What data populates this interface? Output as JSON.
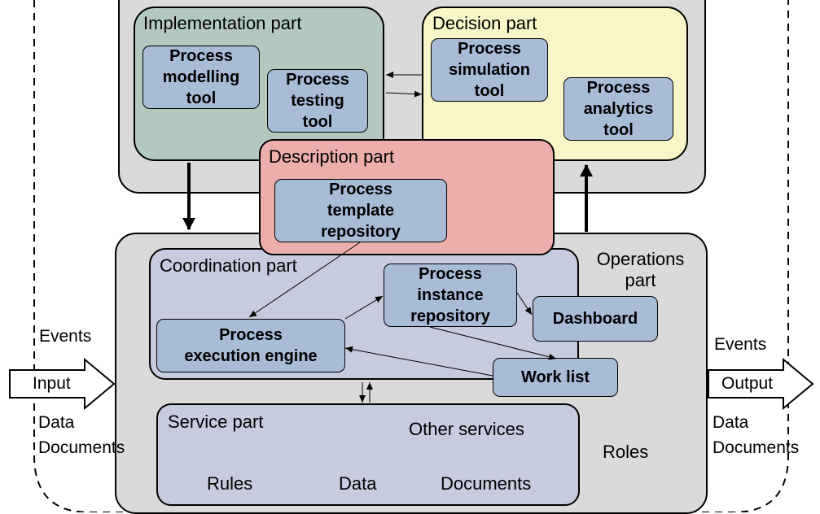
{
  "regions": {
    "implementation": "Implementation part",
    "decision": "Decision part",
    "description": "Description part",
    "coordination": "Coordination part",
    "operations": "Operations\npart",
    "service": "Service part"
  },
  "tools": {
    "modelling": "Process\nmodelling\ntool",
    "testing": "Process\ntesting\ntool",
    "simulation": "Process\nsimulation\ntool",
    "analytics": "Process\nanalytics\ntool",
    "template_repository": "Process\ntemplate\nrepository",
    "instance_repository": "Process\ninstance\nrepository",
    "dashboard": "Dashboard",
    "execution_engine": "Process\nexecution engine",
    "work_list": "Work list"
  },
  "services": {
    "other": "Other services",
    "rules": "Rules",
    "data": "Data",
    "documents": "Documents",
    "roles": "Roles"
  },
  "left_io": {
    "events": "Events",
    "input": "Input",
    "data": "Data",
    "documents": "Documents"
  },
  "right_io": {
    "events": "Events",
    "output": "Output",
    "data": "Data",
    "documents": "Documents"
  }
}
